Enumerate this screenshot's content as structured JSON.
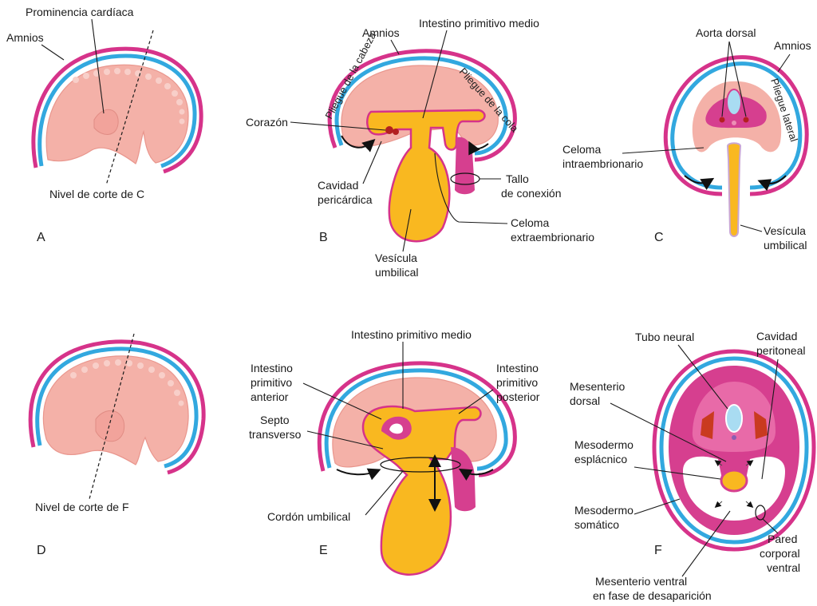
{
  "colors": {
    "amnion_magenta": "#d6338a",
    "amnion_blue": "#32a8df",
    "embryo_pink": "#f4b1a8",
    "embryo_pink_dark": "#e9968d",
    "gut_yellow": "#f9b820",
    "mesoderm_magenta": "#d63f8f",
    "neural_blue": "#a9dcf2",
    "light_pink": "#f6c6cf"
  },
  "panels": {
    "a": {
      "letter": "A",
      "labels": {
        "amnios": "Amnios",
        "prominencia": "Prominencia cardíaca",
        "nivel": "Nivel de corte de C"
      }
    },
    "b": {
      "letter": "B",
      "labels": {
        "amnios": "Amnios",
        "intestino_medio": "Intestino primitivo medio",
        "pliegue_cabeza": "Pliegue de la cabeza",
        "pliegue_cola": "Pliegue de la cola",
        "corazon": "Corazón",
        "cavidad_1": "Cavidad",
        "cavidad_2": "pericárdica",
        "tallo_1": "Tallo",
        "tallo_2": "de conexión",
        "celoma_1": "Celoma",
        "celoma_2": "extraembrionario",
        "vesicula_1": "Vesícula",
        "vesicula_2": "umbilical"
      }
    },
    "c": {
      "letter": "C",
      "labels": {
        "aorta": "Aorta dorsal",
        "amnios": "Amnios",
        "pliegue_lateral": "Pliegue lateral",
        "celoma_1": "Celoma",
        "celoma_2": "intraembrionario",
        "vesicula_1": "Vesícula",
        "vesicula_2": "umbilical"
      }
    },
    "d": {
      "letter": "D",
      "labels": {
        "nivel": "Nivel de corte de F"
      }
    },
    "e": {
      "letter": "E",
      "labels": {
        "intestino_medio": "Intestino primitivo medio",
        "anterior_1": "Intestino",
        "anterior_2": "primitivo",
        "anterior_3": "anterior",
        "posterior_1": "Intestino",
        "posterior_2": "primitivo",
        "posterior_3": "posterior",
        "septo_1": "Septo",
        "septo_2": "transverso",
        "cordon": "Cordón umbilical"
      }
    },
    "f": {
      "letter": "F",
      "labels": {
        "tubo": "Tubo neural",
        "cavidad_1": "Cavidad",
        "cavidad_2": "peritoneal",
        "mesenterio_d_1": "Mesenterio",
        "mesenterio_d_2": "dorsal",
        "esplacnico_1": "Mesodermo",
        "esplacnico_2": "esplácnico",
        "somatico_1": "Mesodermo",
        "somatico_2": "somático",
        "pared_1": "Pared",
        "pared_2": "corporal",
        "pared_3": "ventral",
        "mesenterio_v_1": "Mesenterio ventral",
        "mesenterio_v_2": "en fase de desaparición"
      }
    }
  }
}
